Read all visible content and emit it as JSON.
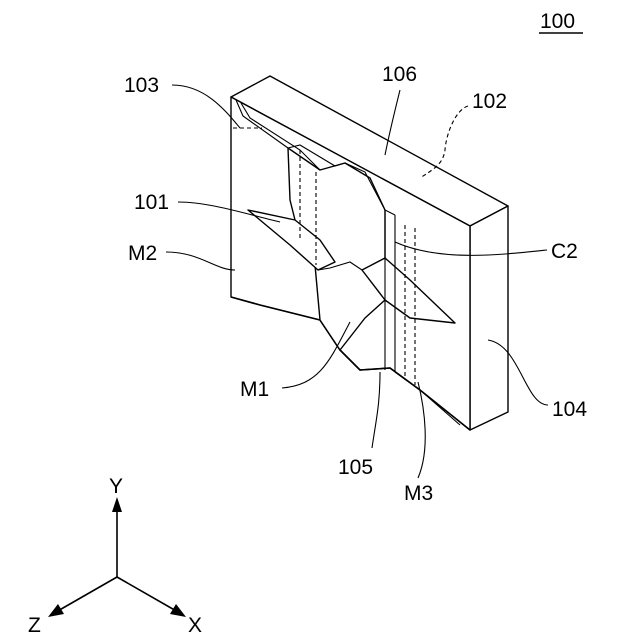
{
  "figure": {
    "reference_number": "100",
    "labels": {
      "l101": "101",
      "l102": "102",
      "l103": "103",
      "l104": "104",
      "l105": "105",
      "l106": "106",
      "lM1": "M1",
      "lM2": "M2",
      "lM3": "M3",
      "lC2": "C2"
    },
    "axes": {
      "x": "X",
      "y": "Y",
      "z": "Z"
    }
  }
}
